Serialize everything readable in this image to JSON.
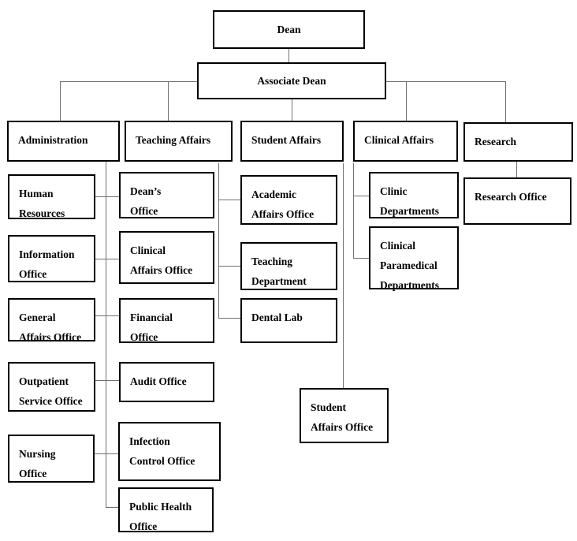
{
  "diagram": {
    "type": "org-chart",
    "colors": {
      "background": "#ffffff",
      "box_border": "#000000",
      "text": "#000000",
      "connector": "#707070"
    },
    "nodes": {
      "dean": {
        "lines": [
          "Dean"
        ]
      },
      "associate_dean": {
        "lines": [
          "Associate Dean"
        ]
      },
      "administration": {
        "lines": [
          "Administration"
        ]
      },
      "teaching_affairs": {
        "lines": [
          "Teaching Affairs"
        ]
      },
      "student_affairs": {
        "lines": [
          "Student Affairs"
        ]
      },
      "clinical_affairs": {
        "lines": [
          "Clinical Affairs"
        ]
      },
      "research": {
        "lines": [
          "Research"
        ]
      },
      "human_resources": {
        "lines": [
          "Human",
          "Resources"
        ]
      },
      "information_office": {
        "lines": [
          "Information",
          "Office"
        ]
      },
      "general_affairs_office": {
        "lines": [
          "General",
          "Affairs Office"
        ]
      },
      "outpatient_service_office": {
        "lines": [
          "Outpatient",
          "Service Office"
        ]
      },
      "nursing_office": {
        "lines": [
          "Nursing",
          "Office"
        ]
      },
      "deans_office": {
        "lines": [
          "Dean’s",
          "Office"
        ]
      },
      "clinical_affairs_office": {
        "lines": [
          "Clinical",
          "Affairs Office"
        ]
      },
      "financial_office": {
        "lines": [
          "Financial",
          "Office"
        ]
      },
      "audit_office": {
        "lines": [
          "Audit Office"
        ]
      },
      "infection_control_office": {
        "lines": [
          "Infection",
          "Control Office"
        ]
      },
      "public_health_office": {
        "lines": [
          "Public Health",
          "Office"
        ]
      },
      "academic_affairs_office": {
        "lines": [
          "Academic",
          "Affairs Office"
        ]
      },
      "teaching_department": {
        "lines": [
          "Teaching",
          "Department"
        ]
      },
      "dental_lab": {
        "lines": [
          "Dental Lab"
        ]
      },
      "student_affairs_office": {
        "lines": [
          "Student",
          "Affairs Office"
        ]
      },
      "clinic_departments": {
        "lines": [
          "Clinic",
          "Departments"
        ]
      },
      "clinical_paramedical_departments": {
        "lines": [
          "Clinical",
          "Paramedical",
          "Departments"
        ]
      },
      "research_office": {
        "lines": [
          "Research Office"
        ]
      }
    },
    "edges": [
      {
        "from": "Dean",
        "to": "Associate Dean"
      },
      {
        "from": "Associate Dean",
        "to": "Administration"
      },
      {
        "from": "Associate Dean",
        "to": "Teaching Affairs"
      },
      {
        "from": "Associate Dean",
        "to": "Student Affairs"
      },
      {
        "from": "Associate Dean",
        "to": "Clinical Affairs"
      },
      {
        "from": "Associate Dean",
        "to": "Research"
      },
      {
        "from": "Administration",
        "to": "Human Resources"
      },
      {
        "from": "Administration",
        "to": "Information Office"
      },
      {
        "from": "Administration",
        "to": "General Affairs Office"
      },
      {
        "from": "Administration",
        "to": "Outpatient Service Office"
      },
      {
        "from": "Administration",
        "to": "Nursing Office"
      },
      {
        "from": "Teaching Affairs",
        "to": "Dean’s Office"
      },
      {
        "from": "Teaching Affairs",
        "to": "Clinical Affairs Office"
      },
      {
        "from": "Teaching Affairs",
        "to": "Financial Office"
      },
      {
        "from": "Teaching Affairs",
        "to": "Audit Office"
      },
      {
        "from": "Teaching Affairs",
        "to": "Infection Control Office"
      },
      {
        "from": "Teaching Affairs",
        "to": "Public Health Office"
      },
      {
        "from": "Student Affairs",
        "to": "Academic Affairs Office"
      },
      {
        "from": "Student Affairs",
        "to": "Teaching Department"
      },
      {
        "from": "Student Affairs",
        "to": "Dental Lab"
      },
      {
        "from": "Student Affairs",
        "to": "Student Affairs Office"
      },
      {
        "from": "Clinical Affairs",
        "to": "Clinic Departments"
      },
      {
        "from": "Clinical Affairs",
        "to": "Clinical Paramedical Departments"
      },
      {
        "from": "Research",
        "to": "Research Office"
      }
    ]
  }
}
